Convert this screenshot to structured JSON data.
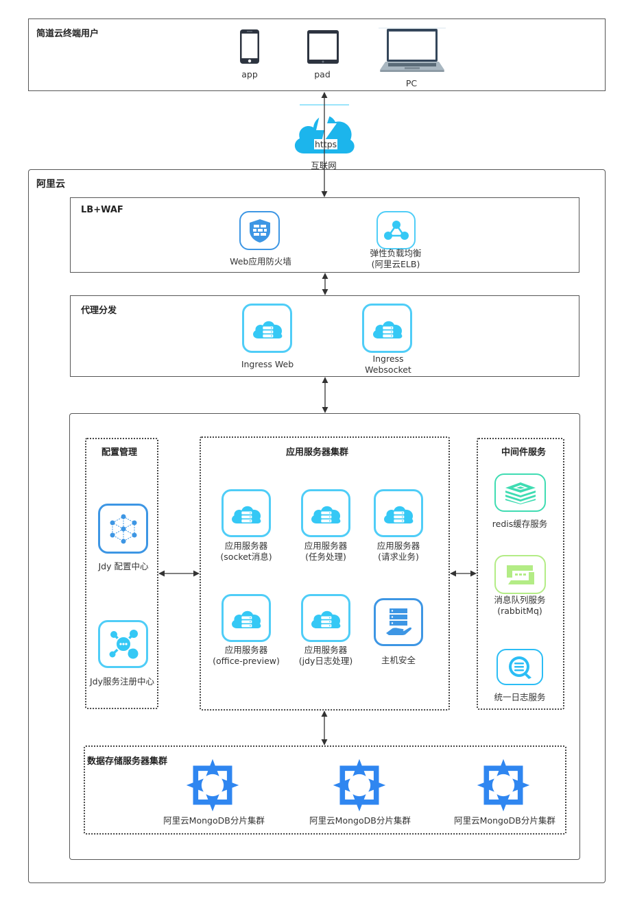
{
  "terminal_users": {
    "title": "简道云终端用户",
    "devices": [
      {
        "icon": "phone-icon",
        "label": "app"
      },
      {
        "icon": "tablet-icon",
        "label": "pad"
      },
      {
        "icon": "laptop-icon",
        "label": "PC"
      }
    ]
  },
  "internet": {
    "icon": "cloud-lightning-icon",
    "protocol_label": "https",
    "label": "互联网"
  },
  "aliyun": {
    "title": "阿里云",
    "lb_waf": {
      "title": "LB+WAF",
      "items": [
        {
          "icon": "firewall-shield-icon",
          "label": "Web应用防火墙"
        },
        {
          "icon": "load-balancer-icon",
          "label_line1": "弹性负载均衡",
          "label_line2": "(阿里云ELB)"
        }
      ]
    },
    "proxy": {
      "title": "代理分发",
      "items": [
        {
          "icon": "cloud-server-icon",
          "label": "Ingress Web"
        },
        {
          "icon": "cloud-server-icon",
          "label_line1": "Ingress",
          "label_line2": "Websocket"
        }
      ]
    },
    "config_mgmt": {
      "title": "配置管理",
      "items": [
        {
          "icon": "config-network-icon",
          "label": "Jdy 配置中心"
        },
        {
          "icon": "service-registry-icon",
          "label": "Jdy服务注册中心"
        }
      ]
    },
    "app_cluster": {
      "title": "应用服务器集群",
      "items": [
        {
          "icon": "cloud-server-icon",
          "label_line1": "应用服务器",
          "label_line2": "(socket消息)"
        },
        {
          "icon": "cloud-server-icon",
          "label_line1": "应用服务器",
          "label_line2": "(任务处理)"
        },
        {
          "icon": "cloud-server-icon",
          "label_line1": "应用服务器",
          "label_line2": "(请求业务)"
        },
        {
          "icon": "cloud-server-icon",
          "label_line1": "应用服务器",
          "label_line2": "(office-preview)"
        },
        {
          "icon": "cloud-server-icon",
          "label_line1": "应用服务器",
          "label_line2": "(jdy日志处理)"
        },
        {
          "icon": "host-security-icon",
          "label_line1": "主机安全",
          "label_line2": ""
        }
      ]
    },
    "middleware": {
      "title": "中间件服务",
      "items": [
        {
          "icon": "redis-icon",
          "label_line1": "redis缓存服务",
          "label_line2": ""
        },
        {
          "icon": "message-queue-icon",
          "label_line1": "消息队列服务",
          "label_line2": "(rabbitMq)"
        },
        {
          "icon": "log-search-icon",
          "label_line1": "统一日志服务",
          "label_line2": ""
        }
      ]
    },
    "storage": {
      "title": "数据存储服务器集群",
      "items": [
        {
          "icon": "mongodb-icon",
          "label": "阿里云MongoDB分片集群"
        },
        {
          "icon": "mongodb-icon",
          "label": "阿里云MongoDB分片集群"
        },
        {
          "icon": "mongodb-icon",
          "label": "阿里云MongoDB分片集群"
        }
      ]
    }
  },
  "colors": {
    "cyan": "#4fcdf7",
    "blue": "#3d96e4",
    "mongo_blue": "#2f86f0",
    "redis_green": "#3fdcb2",
    "mq_lime": "#b3ec85",
    "border": "#555555"
  }
}
